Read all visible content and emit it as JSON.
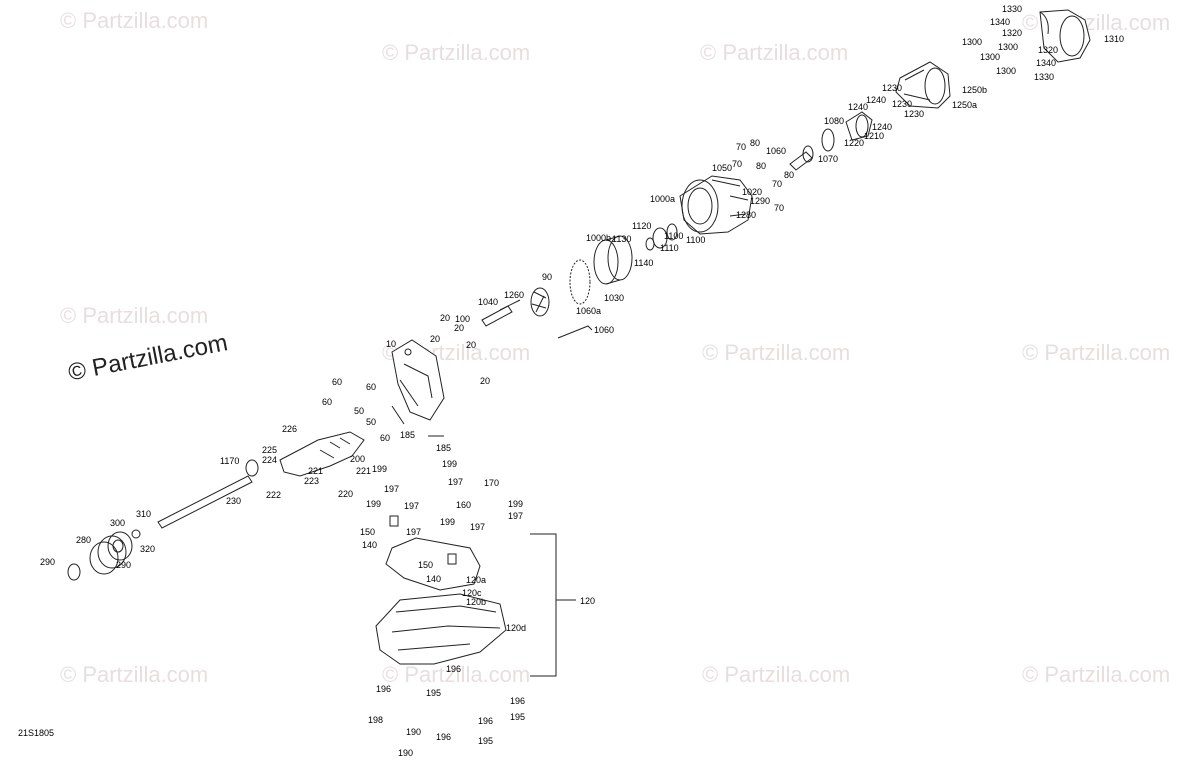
{
  "watermark": {
    "text": "© Partzilla.com",
    "prominent_text": "© Partzilla.com"
  },
  "diagram_code": "21S1805",
  "callouts": [
    {
      "id": "c1330a",
      "label": "1330"
    },
    {
      "id": "c1340a",
      "label": "1340"
    },
    {
      "id": "c1320a",
      "label": "1320"
    },
    {
      "id": "c1310",
      "label": "1310"
    },
    {
      "id": "c1300a",
      "label": "1300"
    },
    {
      "id": "c1300b",
      "label": "1300"
    },
    {
      "id": "c1320b",
      "label": "1320"
    },
    {
      "id": "c1300c",
      "label": "1300"
    },
    {
      "id": "c1340b",
      "label": "1340"
    },
    {
      "id": "c1300d",
      "label": "1300"
    },
    {
      "id": "c1330b",
      "label": "1330"
    },
    {
      "id": "c1230a",
      "label": "1230"
    },
    {
      "id": "c1250b",
      "label": "1250b"
    },
    {
      "id": "c1240a",
      "label": "1240"
    },
    {
      "id": "c1230b",
      "label": "1230"
    },
    {
      "id": "c1250a",
      "label": "1250a"
    },
    {
      "id": "c1240b",
      "label": "1240"
    },
    {
      "id": "c1230c",
      "label": "1230"
    },
    {
      "id": "c1080",
      "label": "1080"
    },
    {
      "id": "c1240c",
      "label": "1240"
    },
    {
      "id": "c1210",
      "label": "1210"
    },
    {
      "id": "c1220",
      "label": "1220"
    },
    {
      "id": "c70a",
      "label": "70"
    },
    {
      "id": "c80a",
      "label": "80"
    },
    {
      "id": "c1060",
      "label": "1060"
    },
    {
      "id": "c1070",
      "label": "1070"
    },
    {
      "id": "c70b",
      "label": "70"
    },
    {
      "id": "c80b",
      "label": "80"
    },
    {
      "id": "c1050",
      "label": "1050"
    },
    {
      "id": "c70c",
      "label": "70"
    },
    {
      "id": "c80c",
      "label": "80"
    },
    {
      "id": "c1020",
      "label": "1020"
    },
    {
      "id": "c1290",
      "label": "1290"
    },
    {
      "id": "c70d",
      "label": "70"
    },
    {
      "id": "c1000a",
      "label": "1000a"
    },
    {
      "id": "c1280",
      "label": "1280"
    },
    {
      "id": "c1120",
      "label": "1120"
    },
    {
      "id": "c1000b",
      "label": "1000b"
    },
    {
      "id": "c1130",
      "label": "1130"
    },
    {
      "id": "c1110",
      "label": "1110"
    },
    {
      "id": "c1100a",
      "label": "1100"
    },
    {
      "id": "c1100b",
      "label": "1100"
    },
    {
      "id": "c1140",
      "label": "1140"
    },
    {
      "id": "c90",
      "label": "90"
    },
    {
      "id": "c1030",
      "label": "1030"
    },
    {
      "id": "c1260",
      "label": "1260"
    },
    {
      "id": "c1040",
      "label": "1040"
    },
    {
      "id": "c1060a",
      "label": "1060a"
    },
    {
      "id": "c20a",
      "label": "20"
    },
    {
      "id": "c100",
      "label": "100"
    },
    {
      "id": "c1060b",
      "label": "1060"
    },
    {
      "id": "c20b",
      "label": "20"
    },
    {
      "id": "c20c",
      "label": "20"
    },
    {
      "id": "c10",
      "label": "10"
    },
    {
      "id": "c20d",
      "label": "20"
    },
    {
      "id": "c20e",
      "label": "20"
    },
    {
      "id": "c60a",
      "label": "60"
    },
    {
      "id": "c60b",
      "label": "60"
    },
    {
      "id": "c60c",
      "label": "60"
    },
    {
      "id": "c50a",
      "label": "50"
    },
    {
      "id": "c50b",
      "label": "50"
    },
    {
      "id": "c60d",
      "label": "60"
    },
    {
      "id": "c185a",
      "label": "185"
    },
    {
      "id": "c185b",
      "label": "185"
    },
    {
      "id": "c226",
      "label": "226"
    },
    {
      "id": "c225",
      "label": "225"
    },
    {
      "id": "c224",
      "label": "224"
    },
    {
      "id": "c200",
      "label": "200"
    },
    {
      "id": "c1170",
      "label": "1170"
    },
    {
      "id": "c221a",
      "label": "221"
    },
    {
      "id": "c221b",
      "label": "221"
    },
    {
      "id": "c199a",
      "label": "199"
    },
    {
      "id": "c199b",
      "label": "199"
    },
    {
      "id": "c223",
      "label": "223"
    },
    {
      "id": "c197a",
      "label": "197"
    },
    {
      "id": "c197b",
      "label": "197"
    },
    {
      "id": "c222",
      "label": "222"
    },
    {
      "id": "c220",
      "label": "220"
    },
    {
      "id": "c170",
      "label": "170"
    },
    {
      "id": "c230",
      "label": "230"
    },
    {
      "id": "c199c",
      "label": "199"
    },
    {
      "id": "c197c",
      "label": "197"
    },
    {
      "id": "c160",
      "label": "160"
    },
    {
      "id": "c199d",
      "label": "199"
    },
    {
      "id": "c197d",
      "label": "197"
    },
    {
      "id": "c310",
      "label": "310"
    },
    {
      "id": "c300",
      "label": "300"
    },
    {
      "id": "c150a",
      "label": "150"
    },
    {
      "id": "c197e",
      "label": "197"
    },
    {
      "id": "c199e",
      "label": "199"
    },
    {
      "id": "c197f",
      "label": "197"
    },
    {
      "id": "c280",
      "label": "280"
    },
    {
      "id": "c320",
      "label": "320"
    },
    {
      "id": "c140a",
      "label": "140"
    },
    {
      "id": "c290a",
      "label": "290"
    },
    {
      "id": "c290b",
      "label": "290"
    },
    {
      "id": "c150b",
      "label": "150"
    },
    {
      "id": "c140b",
      "label": "140"
    },
    {
      "id": "c120a",
      "label": "120a"
    },
    {
      "id": "c120c",
      "label": "120c"
    },
    {
      "id": "c120b",
      "label": "120b"
    },
    {
      "id": "c120",
      "label": "120"
    },
    {
      "id": "c120d",
      "label": "120d"
    },
    {
      "id": "c196a",
      "label": "196"
    },
    {
      "id": "c196b",
      "label": "196"
    },
    {
      "id": "c195a",
      "label": "195"
    },
    {
      "id": "c196c",
      "label": "196"
    },
    {
      "id": "c195b",
      "label": "195"
    },
    {
      "id": "c198",
      "label": "198"
    },
    {
      "id": "c196d",
      "label": "196"
    },
    {
      "id": "c190a",
      "label": "190"
    },
    {
      "id": "c196e",
      "label": "196"
    },
    {
      "id": "c195c",
      "label": "195"
    },
    {
      "id": "c190b",
      "label": "190"
    }
  ]
}
